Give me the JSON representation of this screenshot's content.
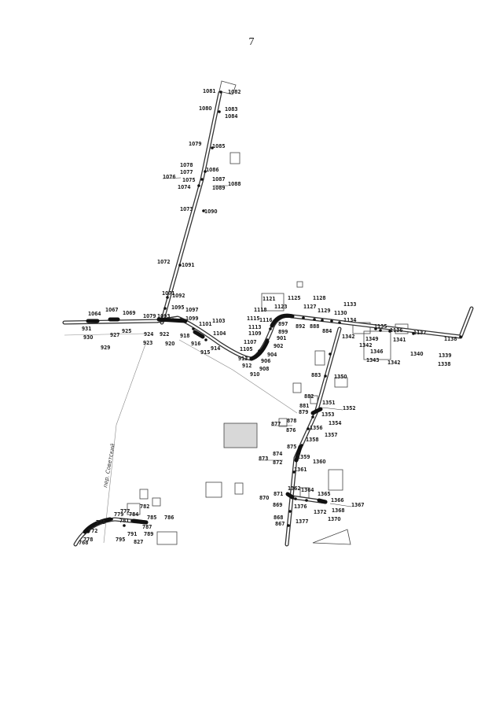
{
  "page": {
    "number": "7"
  },
  "street_label": "пер. Советский",
  "pickets": [
    [
      "1081",
      258,
      118
    ],
    [
      "1082",
      290,
      119
    ],
    [
      "1080",
      253,
      140
    ],
    [
      "1083",
      286,
      141
    ],
    [
      "1084",
      286,
      150
    ],
    [
      "1079",
      240,
      185
    ],
    [
      "1085",
      270,
      188
    ],
    [
      "1078",
      229,
      212
    ],
    [
      "1086",
      262,
      218
    ],
    [
      "1077",
      229,
      221
    ],
    [
      "1076",
      207,
      227
    ],
    [
      "1075",
      232,
      231
    ],
    [
      "1087",
      270,
      230
    ],
    [
      "1074",
      226,
      240
    ],
    [
      "1089",
      270,
      241
    ],
    [
      "1088",
      290,
      236
    ],
    [
      "1073",
      229,
      268
    ],
    [
      "1090",
      260,
      271
    ],
    [
      "1072",
      200,
      335
    ],
    [
      "1091",
      231,
      339
    ],
    [
      "1071",
      206,
      375
    ],
    [
      "1092",
      219,
      378
    ],
    [
      "1064",
      112,
      401
    ],
    [
      "1067",
      134,
      396
    ],
    [
      "1069",
      156,
      400
    ],
    [
      "1095",
      218,
      393
    ],
    [
      "1097",
      236,
      396
    ],
    [
      "1079",
      182,
      404
    ],
    [
      "1093",
      200,
      404
    ],
    [
      "1099",
      236,
      407
    ],
    [
      "1103",
      270,
      410
    ],
    [
      "1101",
      253,
      414
    ],
    [
      "931",
      104,
      420
    ],
    [
      "927",
      140,
      428
    ],
    [
      "925",
      155,
      423
    ],
    [
      "924",
      183,
      427
    ],
    [
      "922",
      203,
      427
    ],
    [
      "918",
      229,
      429
    ],
    [
      "1104",
      271,
      426
    ],
    [
      "930",
      106,
      431
    ],
    [
      "929",
      128,
      444
    ],
    [
      "923",
      182,
      438
    ],
    [
      "920",
      210,
      439
    ],
    [
      "916",
      243,
      439
    ],
    [
      "914",
      268,
      445
    ],
    [
      "915",
      255,
      450
    ],
    [
      "1121",
      334,
      382
    ],
    [
      "1125",
      366,
      381
    ],
    [
      "1128",
      398,
      381
    ],
    [
      "1133",
      437,
      389
    ],
    [
      "1127",
      386,
      392
    ],
    [
      "1118",
      323,
      396
    ],
    [
      "1123",
      349,
      392
    ],
    [
      "1129",
      404,
      397
    ],
    [
      "1130",
      425,
      400
    ],
    [
      "1134",
      437,
      409
    ],
    [
      "1115",
      314,
      407
    ],
    [
      "1116",
      330,
      409
    ],
    [
      "897",
      354,
      414
    ],
    [
      "892",
      376,
      417
    ],
    [
      "888",
      394,
      417
    ],
    [
      "1113",
      316,
      418
    ],
    [
      "899",
      354,
      424
    ],
    [
      "884",
      410,
      423
    ],
    [
      "1342",
      435,
      430
    ],
    [
      "1109",
      316,
      426
    ],
    [
      "901",
      352,
      432
    ],
    [
      "1107",
      310,
      437
    ],
    [
      "902",
      348,
      442
    ],
    [
      "1105",
      305,
      446
    ],
    [
      "904",
      340,
      453
    ],
    [
      "913",
      303,
      458
    ],
    [
      "906",
      332,
      461
    ],
    [
      "912",
      308,
      467
    ],
    [
      "908",
      330,
      471
    ],
    [
      "910",
      318,
      478
    ],
    [
      "1135",
      476,
      417
    ],
    [
      "1136",
      496,
      422
    ],
    [
      "1137",
      526,
      425
    ],
    [
      "1138",
      565,
      433
    ],
    [
      "1349",
      465,
      433
    ],
    [
      "1341",
      500,
      434
    ],
    [
      "1342",
      457,
      441
    ],
    [
      "1346",
      471,
      449
    ],
    [
      "1340",
      522,
      452
    ],
    [
      "1343",
      466,
      460
    ],
    [
      "1342",
      493,
      463
    ],
    [
      "1339",
      558,
      454
    ],
    [
      "1338",
      557,
      465
    ],
    [
      "883",
      396,
      479
    ],
    [
      "1350",
      425,
      481
    ],
    [
      "882",
      387,
      506
    ],
    [
      "881",
      381,
      518
    ],
    [
      "1351",
      410,
      514
    ],
    [
      "1352",
      436,
      521
    ],
    [
      "879",
      380,
      526
    ],
    [
      "1353",
      409,
      529
    ],
    [
      "878",
      365,
      537
    ],
    [
      "1354",
      418,
      540
    ],
    [
      "877",
      345,
      541
    ],
    [
      "1356",
      394,
      546
    ],
    [
      "876",
      364,
      549
    ],
    [
      "1357",
      413,
      555
    ],
    [
      "1358",
      389,
      561
    ],
    [
      "875",
      365,
      570
    ],
    [
      "874",
      347,
      579
    ],
    [
      "1359",
      378,
      583
    ],
    [
      "873",
      329,
      585
    ],
    [
      "872",
      347,
      590
    ],
    [
      "1360",
      398,
      589
    ],
    [
      "1361",
      374,
      599
    ],
    [
      "1362",
      366,
      623
    ],
    [
      "1364",
      383,
      625
    ],
    [
      "1365",
      404,
      630
    ],
    [
      "871",
      348,
      630
    ],
    [
      "1366",
      421,
      638
    ],
    [
      "870",
      330,
      635
    ],
    [
      "869",
      347,
      644
    ],
    [
      "1376",
      374,
      646
    ],
    [
      "1367",
      447,
      644
    ],
    [
      "1372",
      399,
      653
    ],
    [
      "1368",
      422,
      651
    ],
    [
      "868",
      348,
      660
    ],
    [
      "1370",
      417,
      662
    ],
    [
      "867",
      350,
      668
    ],
    [
      "1377",
      376,
      665
    ],
    [
      "782",
      178,
      646
    ],
    [
      "777",
      153,
      652
    ],
    [
      "786",
      209,
      660
    ],
    [
      "784",
      164,
      656
    ],
    [
      "779",
      145,
      656
    ],
    [
      "785",
      187,
      660
    ],
    [
      "775",
      122,
      666
    ],
    [
      "781",
      152,
      664
    ],
    [
      "787",
      181,
      672
    ],
    [
      "772",
      112,
      677
    ],
    [
      "791",
      162,
      681
    ],
    [
      "789",
      183,
      681
    ],
    [
      "778",
      106,
      688
    ],
    [
      "795",
      147,
      688
    ],
    [
      "768",
      100,
      692
    ],
    [
      "827",
      170,
      691
    ]
  ]
}
